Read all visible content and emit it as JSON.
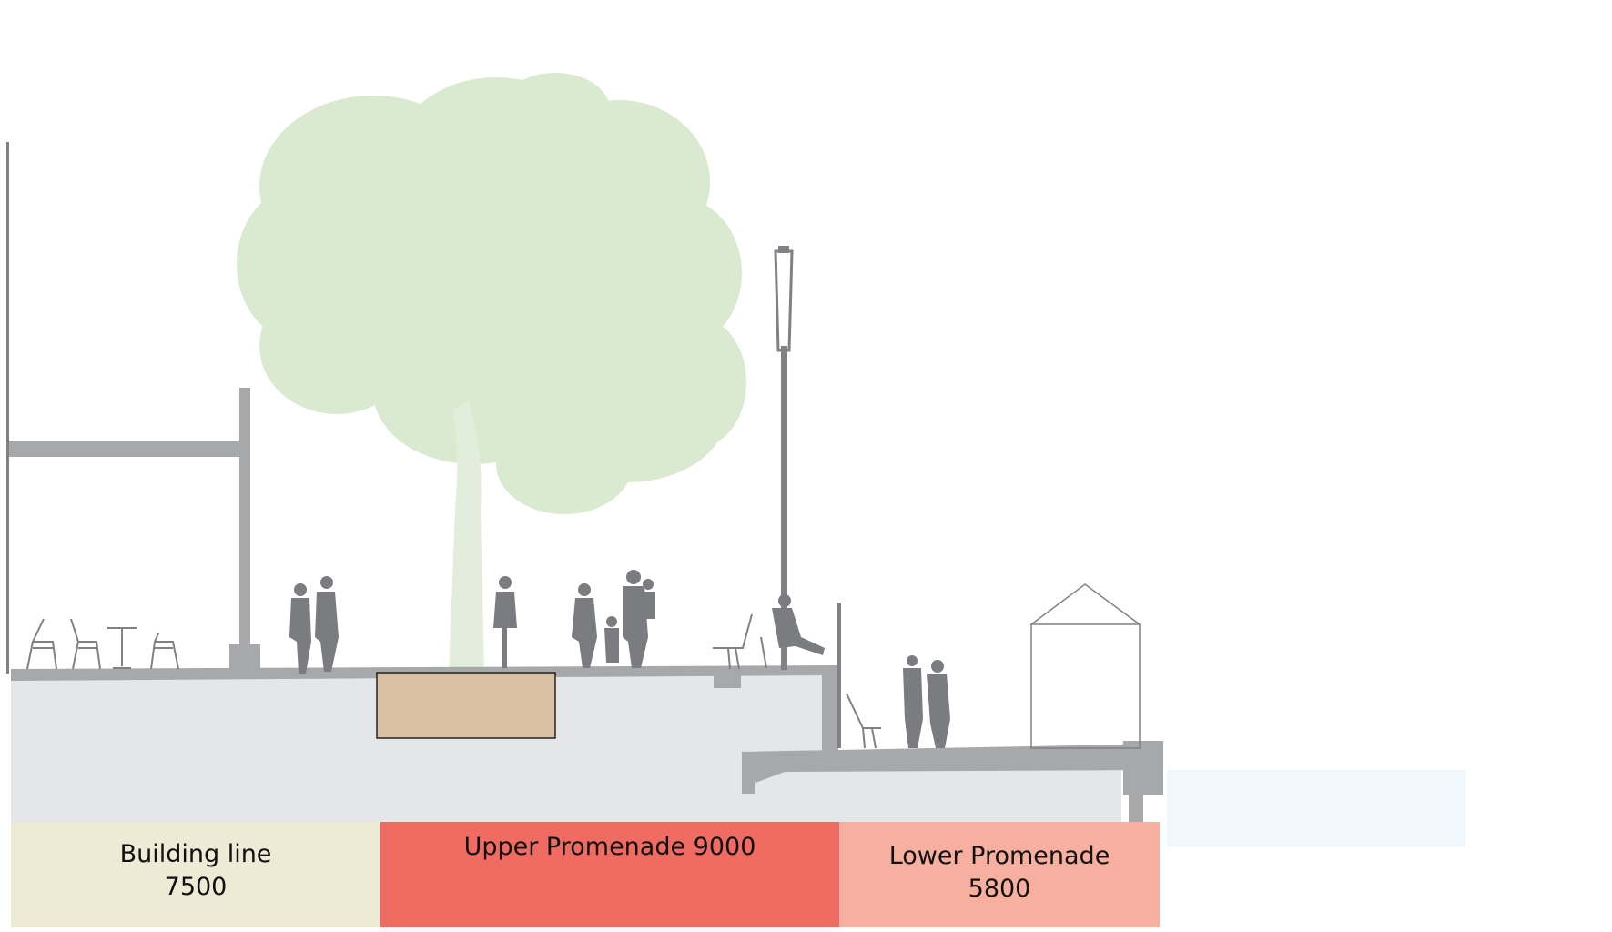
{
  "colors": {
    "background": "#ffffff",
    "tree": "#d9ead0",
    "trunk": "#e2eedb",
    "ground": "#e5e6e8",
    "structure": "#a7a8aa",
    "dark": "#808184",
    "figure": "#7b7c7f",
    "soil": "#d8c2a2",
    "water": "#f1f8fd"
  },
  "zones": [
    {
      "label": "Building line",
      "value": "7500",
      "color": "#edebd6"
    },
    {
      "label": "Upper Promenade 9000",
      "value": "",
      "color": "#f06b62"
    },
    {
      "label": "Lower Promenade",
      "value": "5800",
      "color": "#f7b0a0"
    }
  ]
}
